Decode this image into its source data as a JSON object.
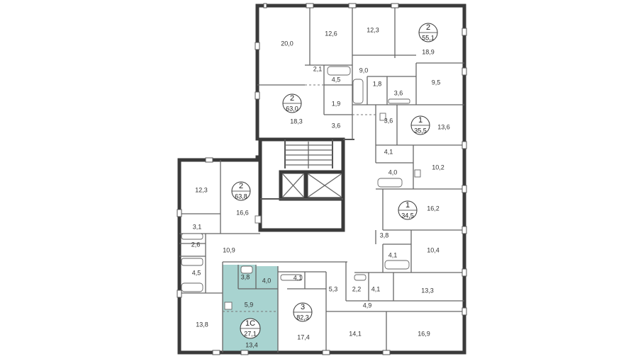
{
  "colors": {
    "highlight": "#a8d3d0",
    "wall": "#3a3a3a"
  },
  "apartments": [
    {
      "id": "apt-2-551",
      "rooms": "2",
      "total": "55,1"
    },
    {
      "id": "apt-2-630",
      "rooms": "2",
      "total": "63,0"
    },
    {
      "id": "apt-1-355",
      "rooms": "1",
      "total": "35,5"
    },
    {
      "id": "apt-2-638",
      "rooms": "2",
      "total": "63,8"
    },
    {
      "id": "apt-1-345",
      "rooms": "1",
      "total": "34,5"
    },
    {
      "id": "apt-3-823",
      "rooms": "3",
      "total": "82,3"
    },
    {
      "id": "apt-1c-271",
      "rooms": "1С",
      "total": "27,1",
      "selected": true
    }
  ],
  "rooms": [
    "20,0",
    "12,6",
    "12,3",
    "18,9",
    "2,1",
    "4,5",
    "9,0",
    "1,8",
    "3,6",
    "9,5",
    "1,9",
    "18,3",
    "3,6",
    "3,6",
    "13,6",
    "4,1",
    "4,0",
    "10,2",
    "12,3",
    "16,6",
    "16,2",
    "3,1",
    "3,8",
    "2,6",
    "10,9",
    "4,1",
    "10,4",
    "3,8",
    "4,0",
    "4,1",
    "4,5",
    "5,3",
    "2,2",
    "4,1",
    "13,3",
    "5,9",
    "4,9",
    "13,8",
    "13,4",
    "17,4",
    "14,1",
    "16,9"
  ]
}
